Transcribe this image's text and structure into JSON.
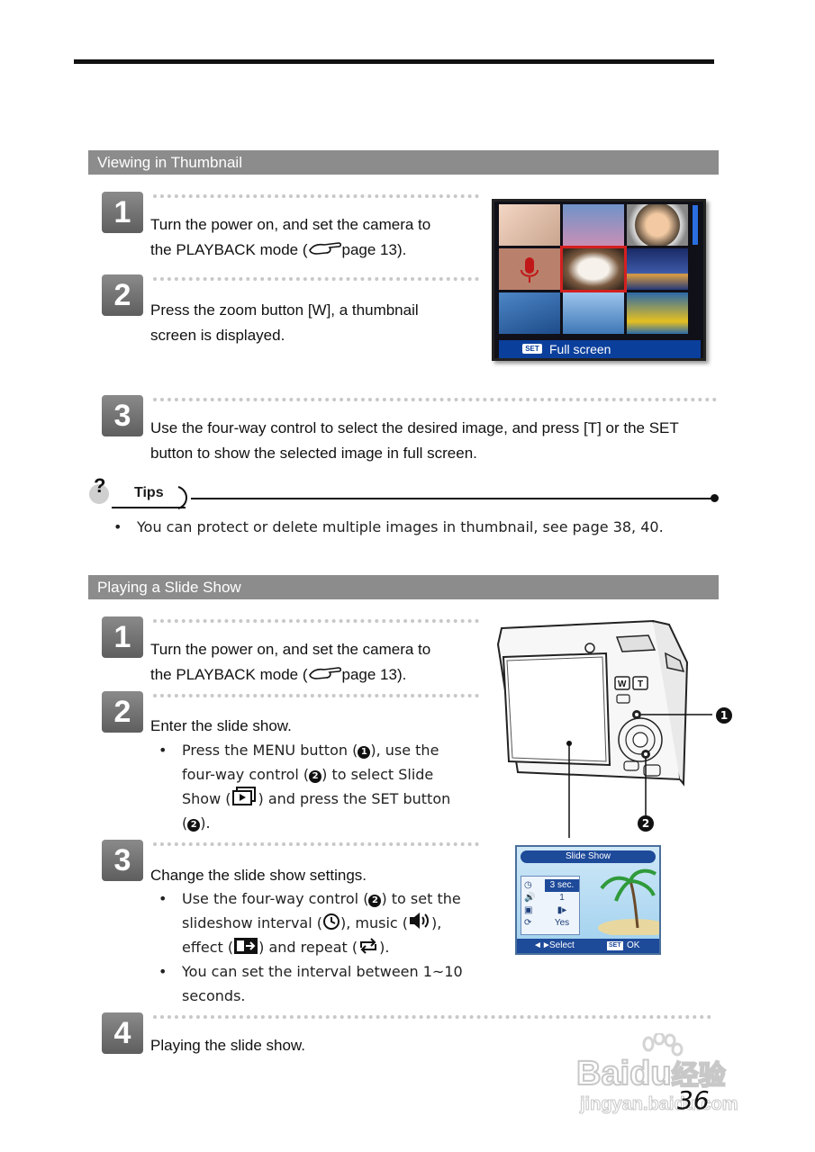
{
  "section1": {
    "title": "Viewing in Thumbnail",
    "steps": [
      {
        "num": "1",
        "line1": "Turn the power on, and set the camera to",
        "line2a": "the PLAYBACK mode (",
        "line2b": "page 13)."
      },
      {
        "num": "2",
        "line1": "Press the zoom button [W], a thumbnail",
        "line2": "screen is displayed."
      },
      {
        "num": "3",
        "line1": "Use the four-way control to select the desired image, and press [T] or the SET",
        "line2": "button to show the selected image in full screen."
      }
    ],
    "thumb_bar": {
      "set": "SET",
      "label": "Full screen"
    }
  },
  "tips": {
    "label": "Tips",
    "bullet": "You can protect or delete multiple images in thumbnail, see page 38, 40."
  },
  "section2": {
    "title": "Playing a Slide Show",
    "steps": [
      {
        "num": "1",
        "line1": "Turn the power on, and set the camera to",
        "line2a": "the PLAYBACK mode (",
        "line2b": "page 13)."
      },
      {
        "num": "2",
        "title": "Enter the slide show.",
        "b1_l1a": "Press the MENU button (",
        "b1_l1b": "), use the",
        "b1_l2a": "four-way control (",
        "b1_l2b": ") to select Slide",
        "b1_l3a": "Show (",
        "b1_l3b": ") and press the SET button",
        "b1_l4a": "(",
        "b1_l4b": ")."
      },
      {
        "num": "3",
        "title": "Change the slide show settings.",
        "b1_l1a": "Use the four-way control (",
        "b1_l1b": ") to set the",
        "b1_l2a": "slideshow interval (",
        "b1_l2b": "), music (",
        "b1_l2c": "),",
        "b1_l3a": "effect (",
        "b1_l3b": ") and repeat (",
        "b1_l3c": ").",
        "b2_l1": "You can set the interval between 1~10",
        "b2_l2": "seconds."
      },
      {
        "num": "4",
        "title": "Playing the slide show."
      }
    ],
    "callout1": "1",
    "callout2": "2",
    "screen": {
      "title": "Slide Show",
      "interval": "3 sec.",
      "music": "1",
      "repeat": "Yes",
      "footer_select": "Select",
      "footer_set": "SET",
      "footer_ok": "OK"
    }
  },
  "page_number": "36",
  "watermark": {
    "text1": "Bai",
    "text2": "du",
    "text3": "经验",
    "url": "jingyan.baidu.com"
  },
  "colors": {
    "section_bar": "#8c8c8c",
    "badge": "#6e6e6e",
    "screen_blue": "#0b3f9c",
    "selection_red": "#d42020"
  }
}
